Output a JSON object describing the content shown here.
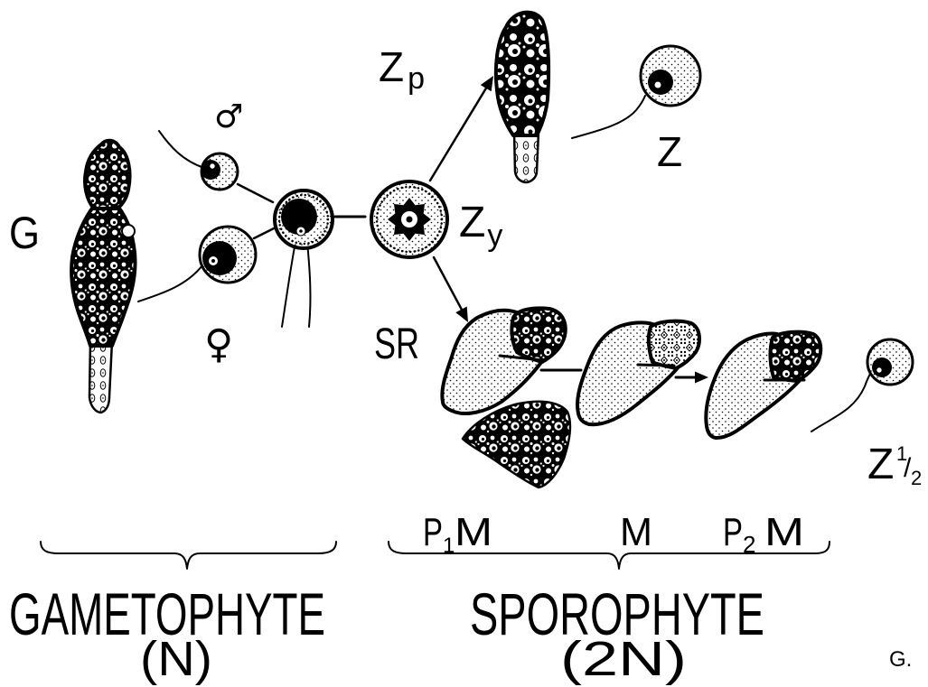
{
  "labels": {
    "g": "G",
    "male_sign": "♂",
    "female_sign": "♀",
    "zp": {
      "main": "Z",
      "sub": "p"
    },
    "z": "Z",
    "zy": {
      "main": "Z",
      "sub": "y"
    },
    "sr": "SR",
    "z_half": {
      "main": "Z",
      "num": "1",
      "sep": "/",
      "den": "2"
    },
    "p1m": {
      "p": "P",
      "sub": "1",
      "m": "M"
    },
    "m": "M",
    "p2m": {
      "p": "P",
      "sub": "2",
      "m": "M"
    }
  },
  "phases": {
    "gametophyte": {
      "name": "GAMETOPHYTE",
      "ploidy": "(N)"
    },
    "sporophyte": {
      "name": "SPOROPHYTE",
      "ploidy": "(2N)"
    }
  },
  "signature": "G."
}
